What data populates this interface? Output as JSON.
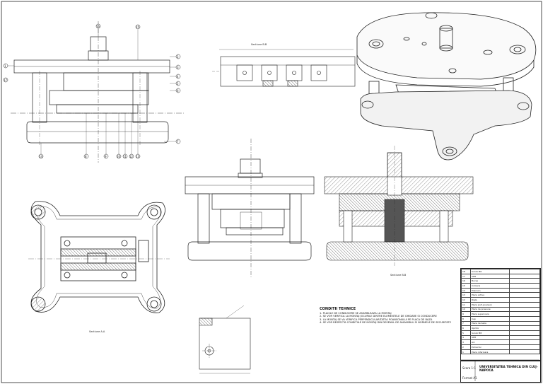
{
  "drawing": {
    "section_view_title": "Sectiune A-A",
    "detail_label": "Sectiune B-B",
    "plan_view_label": "Sectiune A-A"
  },
  "technical_conditions": {
    "title": "CONDITII TEHNICE",
    "lines": [
      "1. PLACILE DE CONDUCERE SE ASAMBLEAZA LA MONTAJ",
      "2. SE VOR VERIFICA LA MONTAJ JOCURILE DINTRE ELEMENTELE DE GHIDARE SI CONDUCERE",
      "3. LA MONTAJ SE VA VERIFICA PERPENDICULARITATEA POANSONULUI PE PLACA DE BAZA",
      "4. SE VOR RESPECTA CONDITIILE DE MONTAJ DIN DESENUL DE ANSAMBLU SI NORMELE DE SECURITATE"
    ]
  },
  "callouts": [
    "1",
    "2",
    "3",
    "4",
    "5",
    "6",
    "7",
    "8",
    "9",
    "10",
    "11",
    "12",
    "13",
    "14",
    "15",
    "16",
    "17",
    "18"
  ],
  "title_block": {
    "university": "UNIVERSITATEA TEHNICA DIN CLUJ-NAPOCA",
    "scale_label": "Scara 1:1",
    "format_label": "Format A1"
  },
  "bom_rows": [
    {
      "pos": "18",
      "name": "Surub M6"
    },
    {
      "pos": "17",
      "name": "Stift"
    },
    {
      "pos": "16",
      "name": "Bucsa"
    },
    {
      "pos": "15",
      "name": "Coloana"
    },
    {
      "pos": "14",
      "name": "Poanson"
    },
    {
      "pos": "13",
      "name": "Placa activa"
    },
    {
      "pos": "12",
      "name": "Rigla"
    },
    {
      "pos": "11",
      "name": "Placa port-poanson"
    },
    {
      "pos": "10",
      "name": "Placa de presiune"
    },
    {
      "pos": "9",
      "name": "Placa superioara"
    },
    {
      "pos": "8",
      "name": "Cep"
    },
    {
      "pos": "7",
      "name": "Placa de baza"
    },
    {
      "pos": "6",
      "name": "Opritor"
    },
    {
      "pos": "5",
      "name": "Surub M8"
    },
    {
      "pos": "4",
      "name": "Stift"
    },
    {
      "pos": "3",
      "name": "Arc"
    },
    {
      "pos": "2",
      "name": "Extractor"
    },
    {
      "pos": "1",
      "name": "Placa inferioara"
    }
  ]
}
